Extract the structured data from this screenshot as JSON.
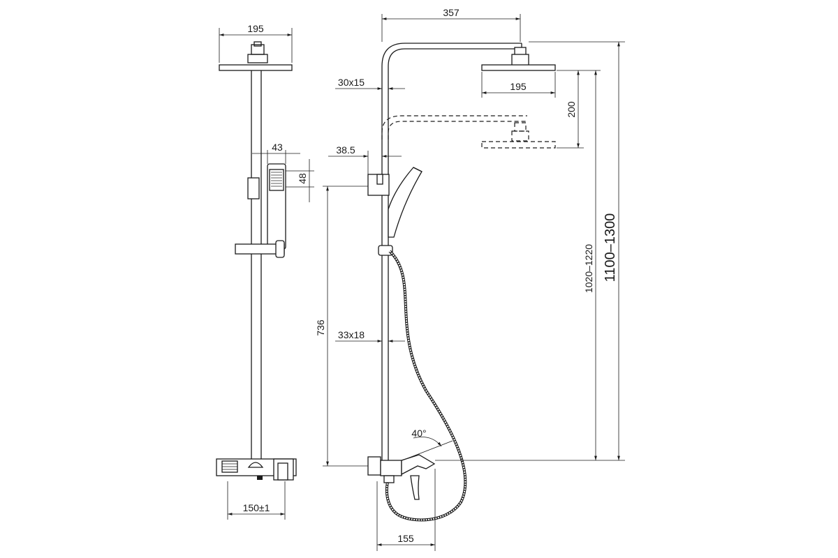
{
  "dimensions": {
    "front_head_width": "195",
    "handshower_width": "43",
    "handshower_height": "48",
    "mixer_spacing": "150±1",
    "arm_reach": "357",
    "side_head_width": "195",
    "upper_pipe": "30x15",
    "height_adjust": "200",
    "holder_offset": "38.5",
    "lower_pipe": "33x18",
    "holder_height": "736",
    "head_height_range": "1020–1220",
    "total_height_range": "1100–1300",
    "lever_angle": "40°",
    "wall_projection": "155"
  }
}
